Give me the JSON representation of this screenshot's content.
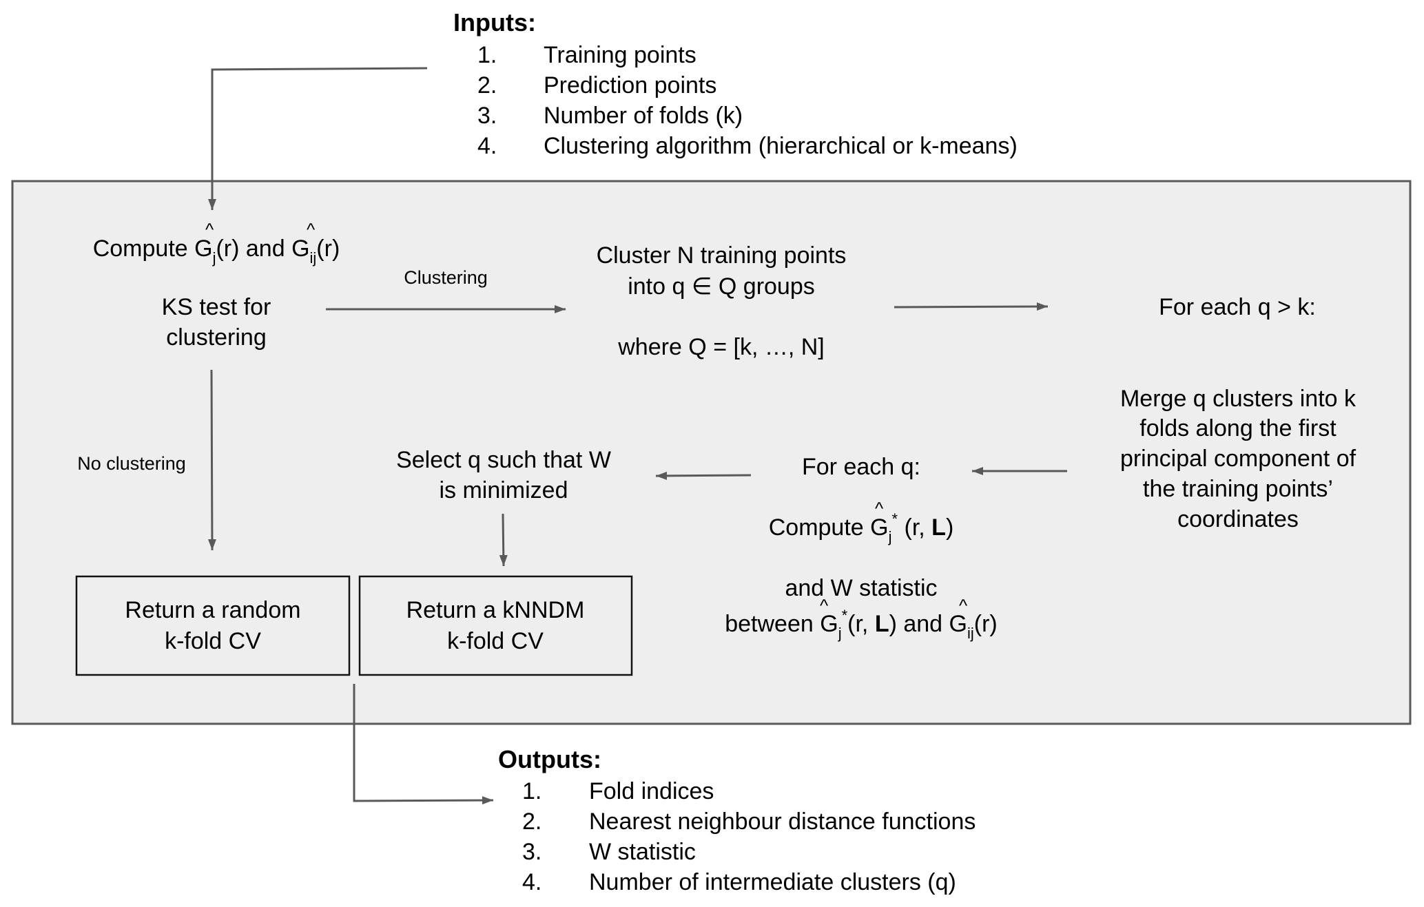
{
  "inputs": {
    "heading": "Inputs:",
    "items": [
      {
        "num": "1.",
        "text": "Training points"
      },
      {
        "num": "2.",
        "text": "Prediction points"
      },
      {
        "num": "3.",
        "text": "Number of folds (k)"
      },
      {
        "num": "4.",
        "text": "Clustering algorithm (hierarchical or k-means)"
      }
    ]
  },
  "outputs": {
    "heading": "Outputs:",
    "items": [
      {
        "num": "1.",
        "text": "Fold indices"
      },
      {
        "num": "2.",
        "text": "Nearest neighbour distance functions"
      },
      {
        "num": "3.",
        "text": "W statistic"
      },
      {
        "num": "4.",
        "text": "Number of intermediate clusters (q)"
      }
    ]
  },
  "nodes": {
    "compute_g": {
      "prefix": "Compute ",
      "g1_symbol": "G",
      "g1_hat": "^",
      "g1_sub": "j",
      "g1_arg": "(r) and ",
      "g2_symbol": "G",
      "g2_hat": "^",
      "g2_sub": "ij",
      "g2_arg": "(r)"
    },
    "ks_test": {
      "lines": [
        "KS test for",
        "clustering"
      ]
    },
    "cluster": {
      "lines": [
        "Cluster N training points",
        "into q ∈ Q groups",
        "where Q = [k, …, N]"
      ]
    },
    "for_each_q_gt_k": {
      "text": "For each q > k:"
    },
    "merge": {
      "lines": [
        "Merge q clusters into k",
        "folds along the first",
        "principal component of",
        "the training points’",
        "coordinates"
      ]
    },
    "for_each_q": {
      "text": "For each q:"
    },
    "compute_gstar": {
      "prefix": "Compute ",
      "symbol": "G",
      "hat": "^",
      "sub": "j",
      "sup": "*",
      "arg_open": " (r, ",
      "arg_bold": "L",
      "arg_close": ")"
    },
    "w_stat": {
      "line1": "and W statistic",
      "prefix": "between ",
      "g1_symbol": "G",
      "g1_hat": "^",
      "g1_sub": "j",
      "g1_sup": "*",
      "g1_arg_open": "(r, ",
      "g1_arg_bold": "L",
      "g1_arg_close": ")",
      "mid": " and ",
      "g2_symbol": "G",
      "g2_hat": "^",
      "g2_sub": "ij",
      "g2_arg": "(r)"
    },
    "select_q": {
      "lines": [
        "Select q such that W",
        "is minimized"
      ]
    },
    "return_random": {
      "lines": [
        "Return a random",
        "k-fold CV"
      ]
    },
    "return_knndm": {
      "lines": [
        "Return a kNNDM",
        "k-fold CV"
      ]
    }
  },
  "edge_labels": {
    "clustering": "Clustering",
    "no_clustering": "No clustering"
  },
  "colors": {
    "panel_fill": "#eeeeee",
    "line": "#595959",
    "text": "#000000"
  }
}
